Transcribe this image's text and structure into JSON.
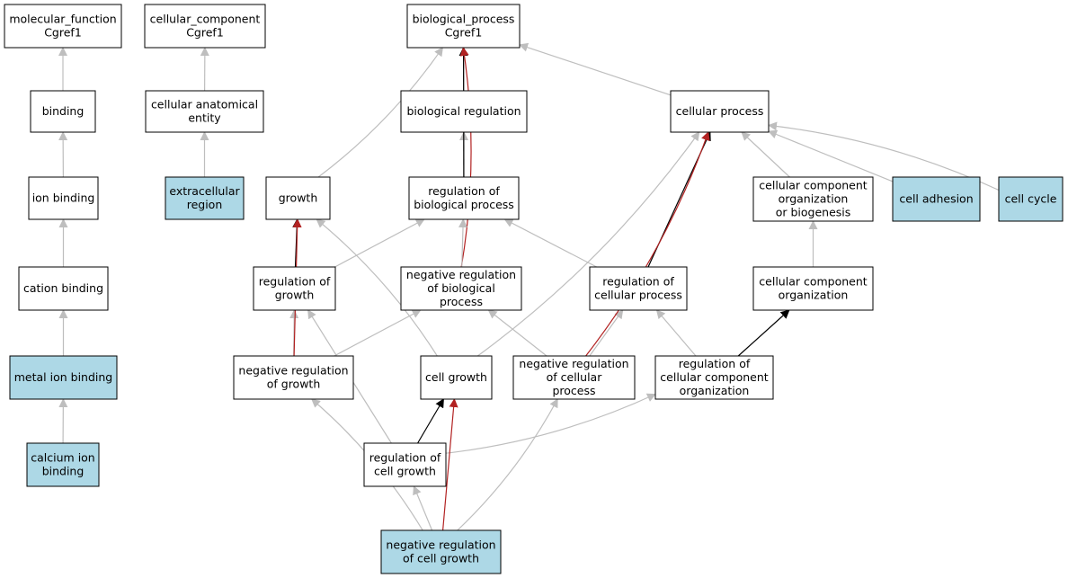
{
  "colors": {
    "highlight_fill": "#add8e6",
    "plain_fill": "#ffffff",
    "is_a_edge": "#bebebe",
    "regulates_edge": "#000000",
    "negatively_regulates_edge": "#b22222"
  },
  "nodes": {
    "mf_root": {
      "lines": [
        "molecular_function",
        "Cgref1"
      ],
      "highlight": false
    },
    "cc_root": {
      "lines": [
        "cellular_component",
        "Cgref1"
      ],
      "highlight": false
    },
    "bp_root": {
      "lines": [
        "biological_process",
        "Cgref1"
      ],
      "highlight": false
    },
    "binding": {
      "lines": [
        "binding"
      ],
      "highlight": false
    },
    "cae": {
      "lines": [
        "cellular anatomical",
        "entity"
      ],
      "highlight": false
    },
    "bioreg": {
      "lines": [
        "biological regulation"
      ],
      "highlight": false
    },
    "cellproc": {
      "lines": [
        "cellular process"
      ],
      "highlight": false
    },
    "ionbind": {
      "lines": [
        "ion binding"
      ],
      "highlight": false
    },
    "ecr": {
      "lines": [
        "extracellular",
        "region"
      ],
      "highlight": true
    },
    "growth": {
      "lines": [
        "growth"
      ],
      "highlight": false
    },
    "regbio": {
      "lines": [
        "regulation of",
        "biological process"
      ],
      "highlight": false
    },
    "ccob": {
      "lines": [
        "cellular component",
        "organization",
        "or biogenesis"
      ],
      "highlight": false
    },
    "celladh": {
      "lines": [
        "cell adhesion"
      ],
      "highlight": true
    },
    "cellcycle": {
      "lines": [
        "cell cycle"
      ],
      "highlight": true
    },
    "cationbind": {
      "lines": [
        "cation binding"
      ],
      "highlight": false
    },
    "reggrowth": {
      "lines": [
        "regulation of",
        "growth"
      ],
      "highlight": false
    },
    "negregbio": {
      "lines": [
        "negative regulation",
        "of biological",
        "process"
      ],
      "highlight": false
    },
    "regcell": {
      "lines": [
        "regulation of",
        "cellular process"
      ],
      "highlight": false
    },
    "cco": {
      "lines": [
        "cellular component",
        "organization"
      ],
      "highlight": false
    },
    "metalion": {
      "lines": [
        "metal ion binding"
      ],
      "highlight": true
    },
    "neggrowth": {
      "lines": [
        "negative regulation",
        "of growth"
      ],
      "highlight": false
    },
    "cellgrowth": {
      "lines": [
        "cell growth"
      ],
      "highlight": false
    },
    "negregcell": {
      "lines": [
        "negative regulation",
        "of cellular",
        "process"
      ],
      "highlight": false
    },
    "regcco": {
      "lines": [
        "regulation of",
        "cellular component",
        "organization"
      ],
      "highlight": false
    },
    "calcium": {
      "lines": [
        "calcium ion",
        "binding"
      ],
      "highlight": true
    },
    "regcellgrowth": {
      "lines": [
        "regulation of",
        "cell growth"
      ],
      "highlight": false
    },
    "negregcellgrowth": {
      "lines": [
        "negative regulation",
        "of cell growth"
      ],
      "highlight": true
    }
  },
  "edges": [
    {
      "from": "binding",
      "to": "mf_root",
      "type": "is_a"
    },
    {
      "from": "ionbind",
      "to": "binding",
      "type": "is_a"
    },
    {
      "from": "cationbind",
      "to": "ionbind",
      "type": "is_a"
    },
    {
      "from": "metalion",
      "to": "cationbind",
      "type": "is_a"
    },
    {
      "from": "calcium",
      "to": "metalion",
      "type": "is_a"
    },
    {
      "from": "cae",
      "to": "cc_root",
      "type": "is_a"
    },
    {
      "from": "ecr",
      "to": "cae",
      "type": "is_a"
    },
    {
      "from": "growth",
      "to": "bp_root",
      "type": "is_a"
    },
    {
      "from": "bioreg",
      "to": "bp_root",
      "type": "is_a"
    },
    {
      "from": "cellproc",
      "to": "bp_root",
      "type": "is_a"
    },
    {
      "from": "regbio",
      "to": "bioreg",
      "type": "is_a"
    },
    {
      "from": "regbio",
      "to": "bp_root",
      "type": "regulates"
    },
    {
      "from": "negregbio",
      "to": "bp_root",
      "type": "negatively_regulates"
    },
    {
      "from": "negregbio",
      "to": "regbio",
      "type": "is_a"
    },
    {
      "from": "reggrowth",
      "to": "regbio",
      "type": "is_a"
    },
    {
      "from": "reggrowth",
      "to": "growth",
      "type": "regulates"
    },
    {
      "from": "regcell",
      "to": "regbio",
      "type": "is_a"
    },
    {
      "from": "regcell",
      "to": "cellproc",
      "type": "regulates"
    },
    {
      "from": "ccob",
      "to": "cellproc",
      "type": "is_a"
    },
    {
      "from": "celladh",
      "to": "cellproc",
      "type": "is_a"
    },
    {
      "from": "cellcycle",
      "to": "cellproc",
      "type": "is_a"
    },
    {
      "from": "cco",
      "to": "ccob",
      "type": "is_a"
    },
    {
      "from": "neggrowth",
      "to": "reggrowth",
      "type": "is_a"
    },
    {
      "from": "neggrowth",
      "to": "negregbio",
      "type": "is_a"
    },
    {
      "from": "neggrowth",
      "to": "growth",
      "type": "negatively_regulates"
    },
    {
      "from": "cellgrowth",
      "to": "growth",
      "type": "is_a"
    },
    {
      "from": "cellgrowth",
      "to": "cellproc",
      "type": "is_a"
    },
    {
      "from": "negregcell",
      "to": "negregbio",
      "type": "is_a"
    },
    {
      "from": "negregcell",
      "to": "regcell",
      "type": "is_a"
    },
    {
      "from": "negregcell",
      "to": "cellproc",
      "type": "negatively_regulates"
    },
    {
      "from": "regcco",
      "to": "regcell",
      "type": "is_a"
    },
    {
      "from": "regcco",
      "to": "cco",
      "type": "regulates"
    },
    {
      "from": "regcellgrowth",
      "to": "reggrowth",
      "type": "is_a"
    },
    {
      "from": "regcellgrowth",
      "to": "cellgrowth",
      "type": "regulates"
    },
    {
      "from": "regcellgrowth",
      "to": "regcco",
      "type": "is_a"
    },
    {
      "from": "negregcellgrowth",
      "to": "neggrowth",
      "type": "is_a"
    },
    {
      "from": "negregcellgrowth",
      "to": "regcellgrowth",
      "type": "is_a"
    },
    {
      "from": "negregcellgrowth",
      "to": "cellgrowth",
      "type": "negatively_regulates"
    },
    {
      "from": "negregcellgrowth",
      "to": "negregcell",
      "type": "is_a"
    }
  ]
}
